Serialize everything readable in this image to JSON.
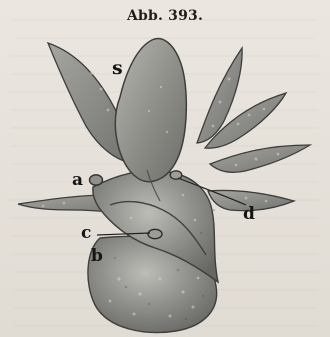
{
  "figure": {
    "caption": "Abb. 393.",
    "labels": {
      "s": "s",
      "a": "a",
      "d": "d",
      "c": "c",
      "b": "b"
    }
  },
  "colors": {
    "paper": "#e7e3dc",
    "text": "#1f1e1d",
    "illustration_fill": "#8d8d8b",
    "illustration_shadow": "#5f5f5d",
    "illustration_highlight": "#b8b8b4"
  }
}
